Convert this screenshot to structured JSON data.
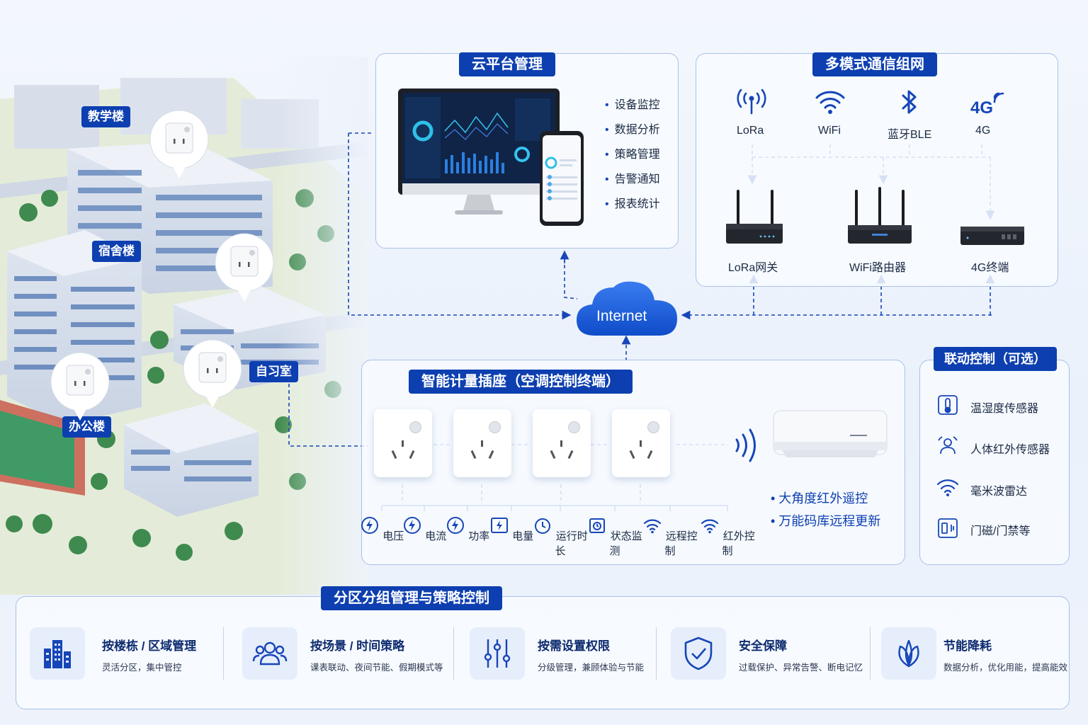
{
  "campus": {
    "labels": [
      "教学楼",
      "宿舍楼",
      "办公楼",
      "自习室"
    ]
  },
  "cloud": {
    "title": "云平台管理",
    "features": [
      "设备监控",
      "数据分析",
      "策略管理",
      "告警通知",
      "报表统计"
    ]
  },
  "network": {
    "title": "多模式通信组网",
    "protocols": [
      "LoRa",
      "WiFi",
      "蓝牙BLE",
      "4G"
    ],
    "protocol_icons": [
      "lora-antenna-icon",
      "wifi-icon",
      "bluetooth-icon",
      "4g-signal-icon"
    ],
    "gateways": [
      "LoRa网关",
      "WiFi路由器",
      "4G终端"
    ]
  },
  "internet": {
    "label": "Internet"
  },
  "socket": {
    "title": "智能计量插座（空调控制终端）",
    "metrics": [
      "电压",
      "电流",
      "功率",
      "电量",
      "运行时长",
      "状态监测",
      "远程控制",
      "红外控制"
    ],
    "features": [
      "大角度红外遥控",
      "万能码库远程更新"
    ]
  },
  "linkage": {
    "title": "联动控制（可选）",
    "items": [
      "温湿度传感器",
      "人体红外传感器",
      "毫米波雷达",
      "门磁/门禁等"
    ]
  },
  "strategy": {
    "title": "分区分组管理与策略控制",
    "items": [
      {
        "title": "按楼栋 / 区域管理",
        "desc": "灵活分区，集中管控"
      },
      {
        "title": "按场景 / 时间策略",
        "desc": "课表联动、夜间节能、假期模式等"
      },
      {
        "title": "按需设置权限",
        "desc": "分级管理，兼顾体验与节能"
      },
      {
        "title": "安全保障",
        "desc": "过载保护、异常告警、断电记忆"
      },
      {
        "title": "节能降耗",
        "desc": "数据分析，优化用能，提高能效"
      }
    ]
  },
  "colors": {
    "primary": "#0d3fb0",
    "accent": "#1746b8",
    "panel_border": "#a9c1e6"
  }
}
